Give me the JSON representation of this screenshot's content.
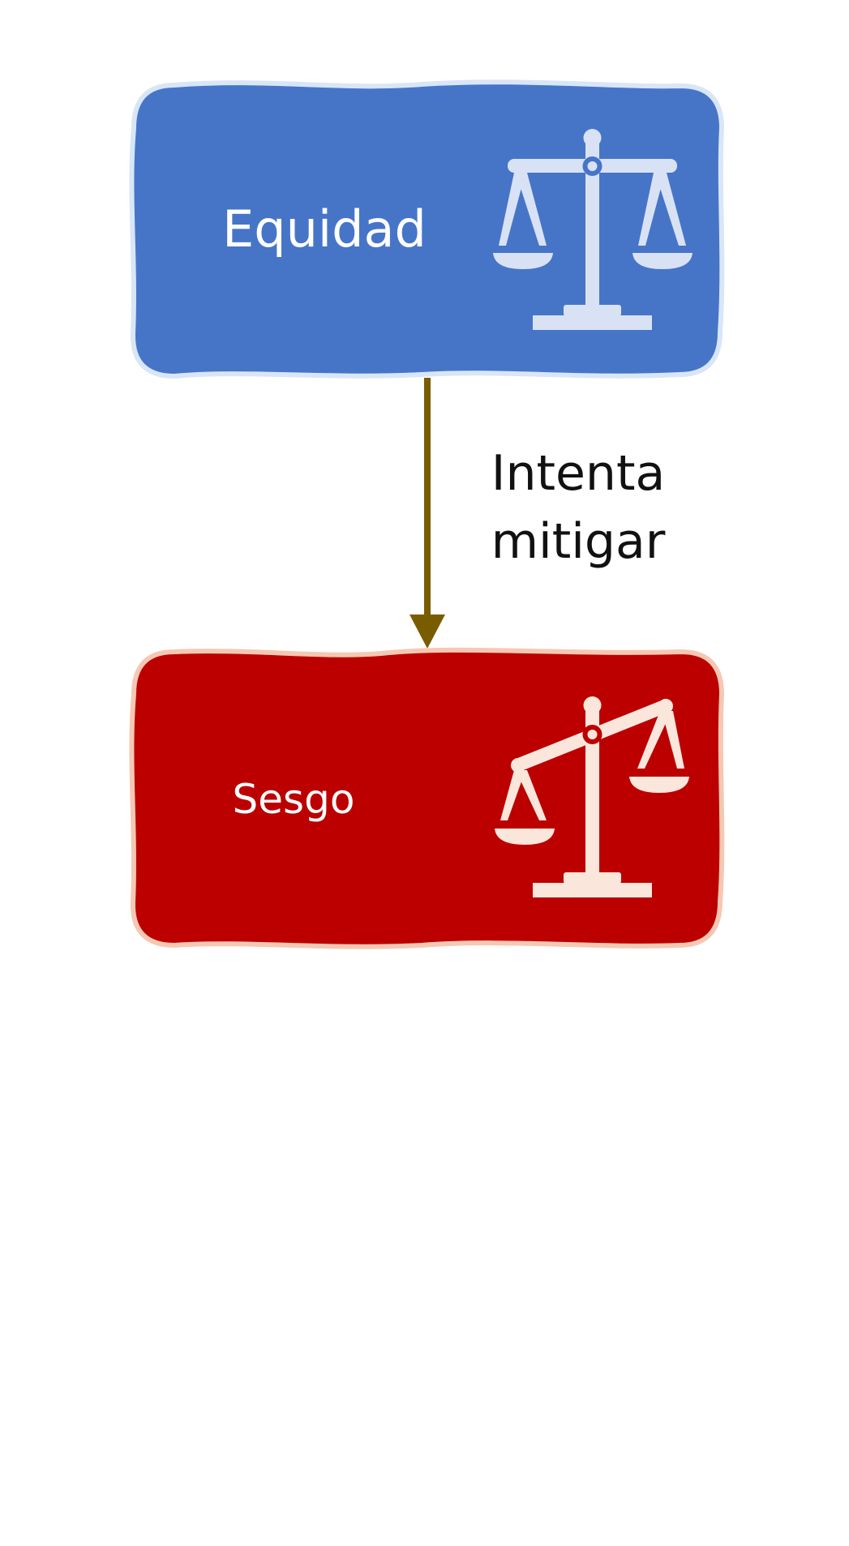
{
  "nodes": {
    "top": {
      "label": "Equidad",
      "fill": "#4675C8",
      "border": "#D8E6F7",
      "icon": "balanced-scale-icon",
      "icon_color": "#D9E2F4"
    },
    "bottom": {
      "label": "Sesgo",
      "fill": "#BC0000",
      "border": "#F6C8B4",
      "icon": "tilted-scale-icon",
      "icon_color": "#FBE6DC"
    }
  },
  "edge": {
    "label_line1": "Intenta",
    "label_line2": "mitigar",
    "color": "#7A5C00"
  }
}
